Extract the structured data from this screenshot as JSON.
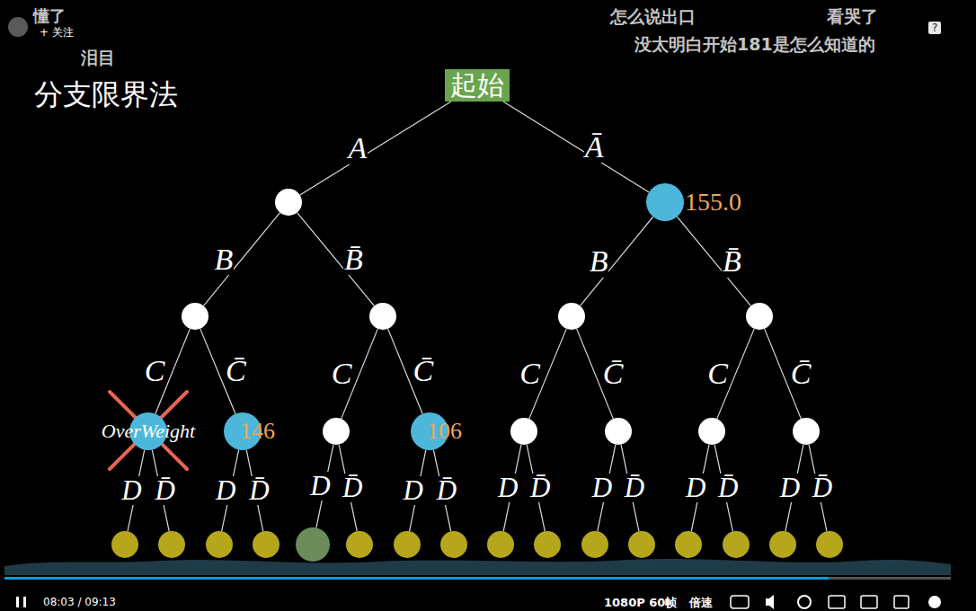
{
  "diagram": {
    "title": "分支限界法",
    "nodes": [
      {
        "text": [
          "起始"
        ]
      },
      {
        "text": []
      },
      {
        "text": [
          "155.0"
        ]
      },
      {
        "text": []
      },
      {
        "text": []
      },
      {
        "text": []
      },
      {
        "text": []
      },
      {
        "text": [
          "OverWeight"
        ]
      },
      {
        "text": [
          "146"
        ]
      },
      {
        "text": []
      },
      {
        "text": [
          "106"
        ]
      },
      {
        "text": []
      },
      {
        "text": []
      },
      {
        "text": []
      },
      {
        "text": []
      },
      {
        "text": []
      },
      {
        "text": []
      },
      {
        "text": []
      },
      {
        "text": []
      },
      {
        "text": []
      },
      {
        "text": []
      },
      {
        "text": []
      },
      {
        "text": []
      },
      {
        "text": []
      },
      {
        "text": []
      },
      {
        "text": []
      },
      {
        "text": []
      },
      {
        "text": []
      },
      {
        "text": []
      },
      {
        "text": []
      },
      {
        "text": []
      }
    ],
    "edges": [
      {
        "from": 0,
        "to": 1,
        "arrow": "none",
        "label": "A"
      },
      {
        "from": 0,
        "to": 2,
        "arrow": "none",
        "label": "Ā"
      },
      {
        "from": 1,
        "to": 3,
        "arrow": "none",
        "label": "B"
      },
      {
        "from": 1,
        "to": 4,
        "arrow": "none",
        "label": "B̄"
      },
      {
        "from": 2,
        "to": 5,
        "arrow": "none",
        "label": "B"
      },
      {
        "from": 2,
        "to": 6,
        "arrow": "none",
        "label": "B̄"
      },
      {
        "from": 3,
        "to": 7,
        "arrow": "none",
        "label": "C"
      },
      {
        "from": 3,
        "to": 8,
        "arrow": "none",
        "label": "C̄"
      },
      {
        "from": 4,
        "to": 9,
        "arrow": "none",
        "label": "C"
      },
      {
        "from": 4,
        "to": 10,
        "arrow": "none",
        "label": "C̄"
      },
      {
        "from": 5,
        "to": 11,
        "arrow": "none",
        "label": "C"
      },
      {
        "from": 5,
        "to": 12,
        "arrow": "none",
        "label": "C̄"
      },
      {
        "from": 6,
        "to": 13,
        "arrow": "none",
        "label": "C"
      },
      {
        "from": 6,
        "to": 14,
        "arrow": "none",
        "label": "C̄"
      },
      {
        "from": 7,
        "to": 15,
        "arrow": "none",
        "label": "D"
      },
      {
        "from": 7,
        "to": 16,
        "arrow": "none",
        "label": "D̄"
      },
      {
        "from": 8,
        "to": 17,
        "arrow": "none",
        "label": "D"
      },
      {
        "from": 8,
        "to": 18,
        "arrow": "none",
        "label": "D̄"
      },
      {
        "from": 9,
        "to": 19,
        "arrow": "none",
        "label": "D"
      },
      {
        "from": 9,
        "to": 20,
        "arrow": "none",
        "label": "D̄"
      },
      {
        "from": 10,
        "to": 21,
        "arrow": "none",
        "label": "D"
      },
      {
        "from": 10,
        "to": 22,
        "arrow": "none",
        "label": "D̄"
      },
      {
        "from": 11,
        "to": 23,
        "arrow": "none",
        "label": "D"
      },
      {
        "from": 11,
        "to": 24,
        "arrow": "none",
        "label": "D̄"
      },
      {
        "from": 12,
        "to": 25,
        "arrow": "none",
        "label": "D"
      },
      {
        "from": 12,
        "to": 26,
        "arrow": "none",
        "label": "D̄"
      },
      {
        "from": 13,
        "to": 27,
        "arrow": "none",
        "label": "D"
      },
      {
        "from": 13,
        "to": 28,
        "arrow": "none",
        "label": "D̄"
      },
      {
        "from": 14,
        "to": 29,
        "arrow": "none",
        "label": "D"
      },
      {
        "from": 14,
        "to": 30,
        "arrow": "none",
        "label": "D̄"
      }
    ],
    "labels": [
      "懂了",
      "+ 关注",
      "泪目",
      "怎么说出口",
      "看哭了",
      "没太明白开始181是怎么知道的",
      "?",
      "08:03 / 09:13",
      "1080P 60帧",
      "倍速"
    ]
  }
}
